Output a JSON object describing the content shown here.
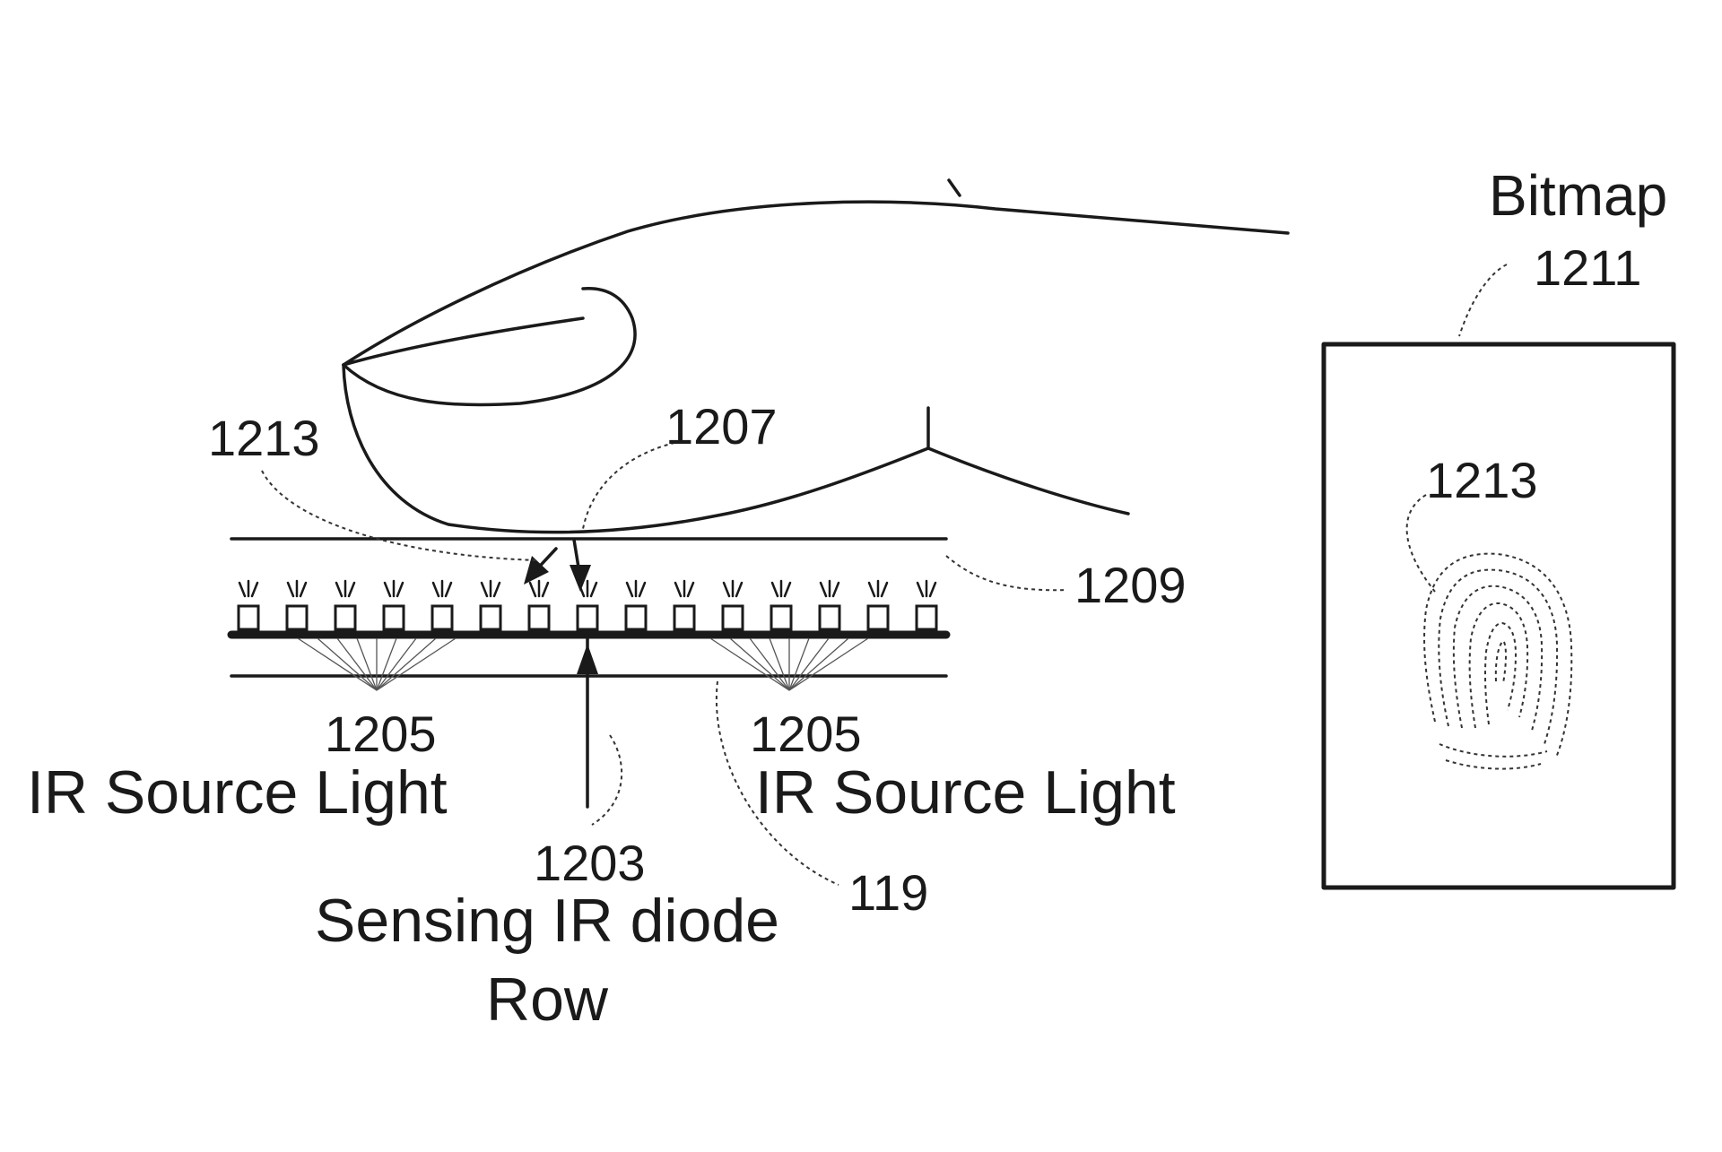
{
  "bitmap_title": "Bitmap",
  "labels": {
    "nail_ref": "1213",
    "contact_ref": "1207",
    "cover_ref": "1209",
    "bitmap_ref": "1211",
    "print_ref": "1213",
    "left_source_ref": "1205",
    "right_source_ref": "1205",
    "diode_ref": "1203",
    "panel_ref": "119"
  },
  "captions": {
    "left_source": "IR Source Light",
    "right_source": "IR Source Light",
    "diode_line1": "Sensing IR diode",
    "diode_line2": "Row"
  }
}
